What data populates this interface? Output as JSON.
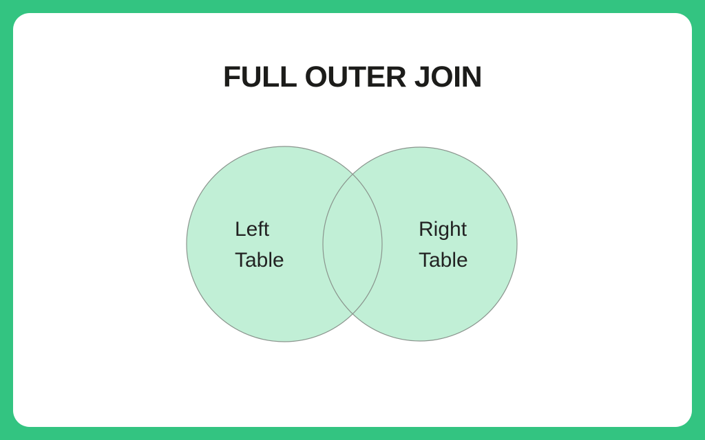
{
  "title": "FULL OUTER JOIN",
  "diagram": {
    "type": "venn-two-circles",
    "join_type": "FULL OUTER JOIN",
    "left_circle": {
      "label_line1": "Left",
      "label_line2": "Table"
    },
    "right_circle": {
      "label_line1": "Right",
      "label_line2": "Table"
    },
    "overlap": {
      "filled": "true",
      "note": "intersection shares the same fill as both circles"
    },
    "colors": {
      "frame_green": "#33c481",
      "card_white": "#ffffff",
      "circle_fill": "#c1efd6",
      "circle_stroke": "#8a948d",
      "title_text": "#1c1c1a",
      "label_text": "#222222"
    }
  }
}
